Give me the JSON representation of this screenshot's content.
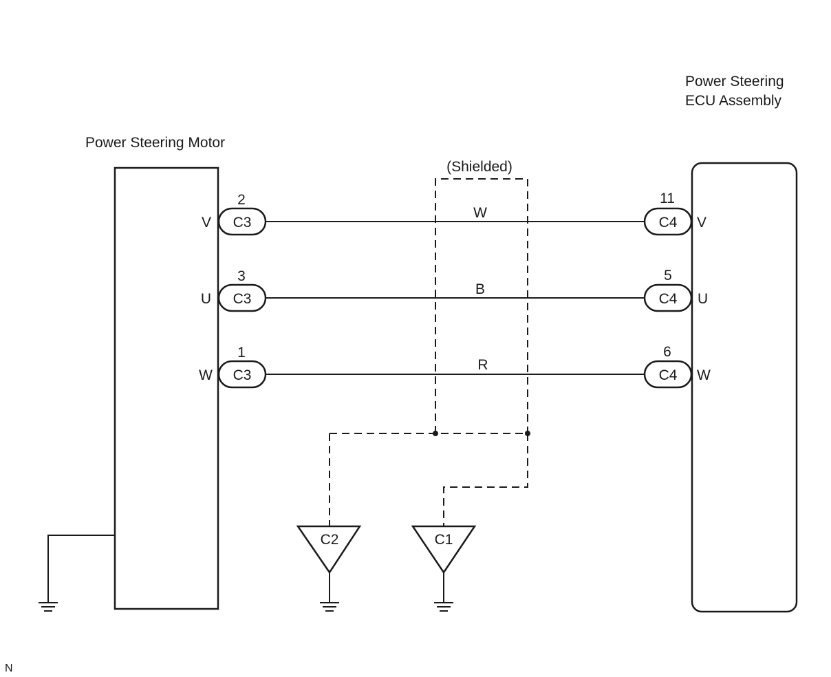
{
  "motor": {
    "title": "Power Steering Motor",
    "pins": [
      {
        "terminal": "V",
        "pin": "2",
        "connector": "C3"
      },
      {
        "terminal": "U",
        "pin": "3",
        "connector": "C3"
      },
      {
        "terminal": "W",
        "pin": "1",
        "connector": "C3"
      }
    ]
  },
  "ecu": {
    "title_line1": "Power Steering",
    "title_line2": "ECU Assembly",
    "pins": [
      {
        "terminal": "V",
        "pin": "11",
        "connector": "C4"
      },
      {
        "terminal": "U",
        "pin": "5",
        "connector": "C4"
      },
      {
        "terminal": "W",
        "pin": "6",
        "connector": "C4"
      }
    ]
  },
  "wires": [
    {
      "color_code": "W"
    },
    {
      "color_code": "B"
    },
    {
      "color_code": "R"
    }
  ],
  "shield_label": "(Shielded)",
  "grounds": [
    {
      "label": "C2"
    },
    {
      "label": "C1"
    }
  ],
  "corner_mark": "N"
}
